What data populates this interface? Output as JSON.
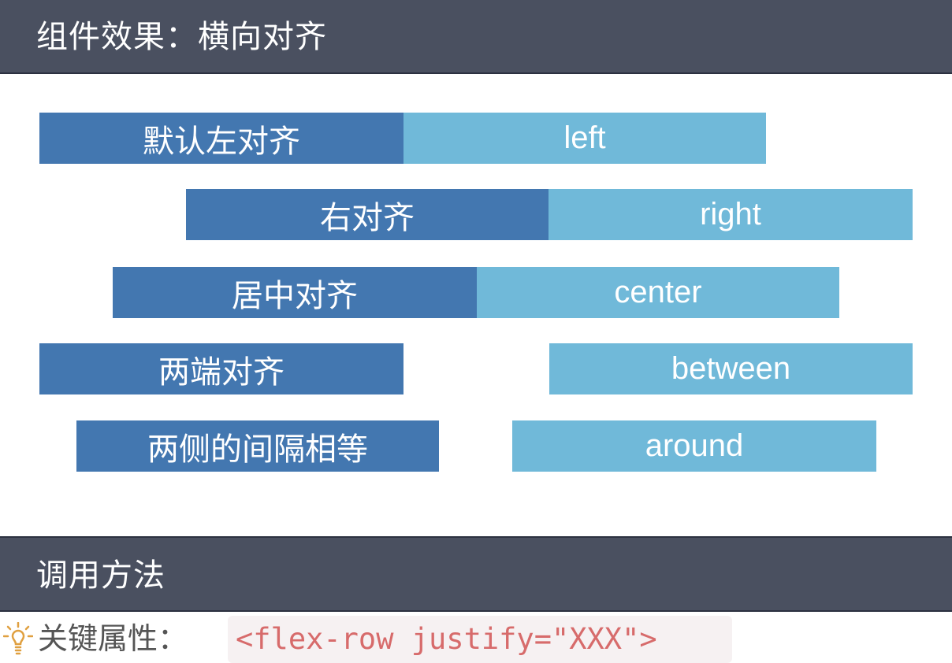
{
  "header_top": {
    "title": "组件效果：横向对齐"
  },
  "rows": [
    {
      "label": "默认左对齐",
      "value": "left"
    },
    {
      "label": "右对齐",
      "value": "right"
    },
    {
      "label": "居中对齐",
      "value": "center"
    },
    {
      "label": "两端对齐",
      "value": "between"
    },
    {
      "label": "两侧的间隔相等",
      "value": "around"
    }
  ],
  "header_bottom": {
    "title": "调用方法"
  },
  "usage": {
    "icon": "lightbulb-icon",
    "label": "关键属性：",
    "code": "<flex-row justify=\"XXX\">"
  },
  "colors": {
    "header_bg": "#4a5060",
    "dark_bar": "#4377b0",
    "light_bar": "#70b9d9",
    "code_text": "#d76b6b",
    "code_bg": "#f6f1f2",
    "bulb": "#e0a040"
  }
}
